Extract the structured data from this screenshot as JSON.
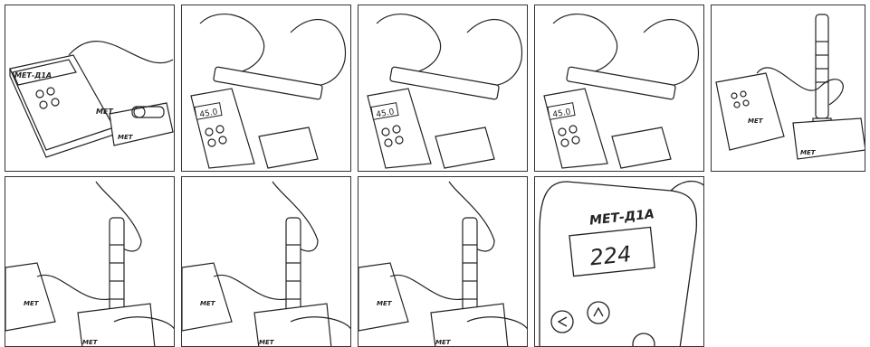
{
  "panels": [
    {
      "id": 1,
      "display": "",
      "brand": "МЕТ-Д1А",
      "badge": "МЕТ",
      "step": "connect-probe"
    },
    {
      "id": 2,
      "display": "45.0",
      "badge": "",
      "step": "cock-probe"
    },
    {
      "id": 3,
      "display": "45.0",
      "badge": "",
      "step": "cock-probe"
    },
    {
      "id": 4,
      "display": "45.0",
      "badge": "",
      "step": "cock-probe"
    },
    {
      "id": 5,
      "display": "",
      "badge": "МЕТ",
      "step": "place-probe"
    },
    {
      "id": 6,
      "display": "",
      "badge": "МЕТ",
      "step": "press-trigger"
    },
    {
      "id": 7,
      "display": "",
      "badge": "МЕТ",
      "step": "press-trigger"
    },
    {
      "id": 8,
      "display": "",
      "badge": "МЕТ",
      "step": "press-trigger"
    },
    {
      "id": 9,
      "display": "224",
      "brand": "МЕТ-Д1А",
      "step": "read-result"
    }
  ],
  "colors": {
    "line": "#222222",
    "background": "#ffffff"
  }
}
